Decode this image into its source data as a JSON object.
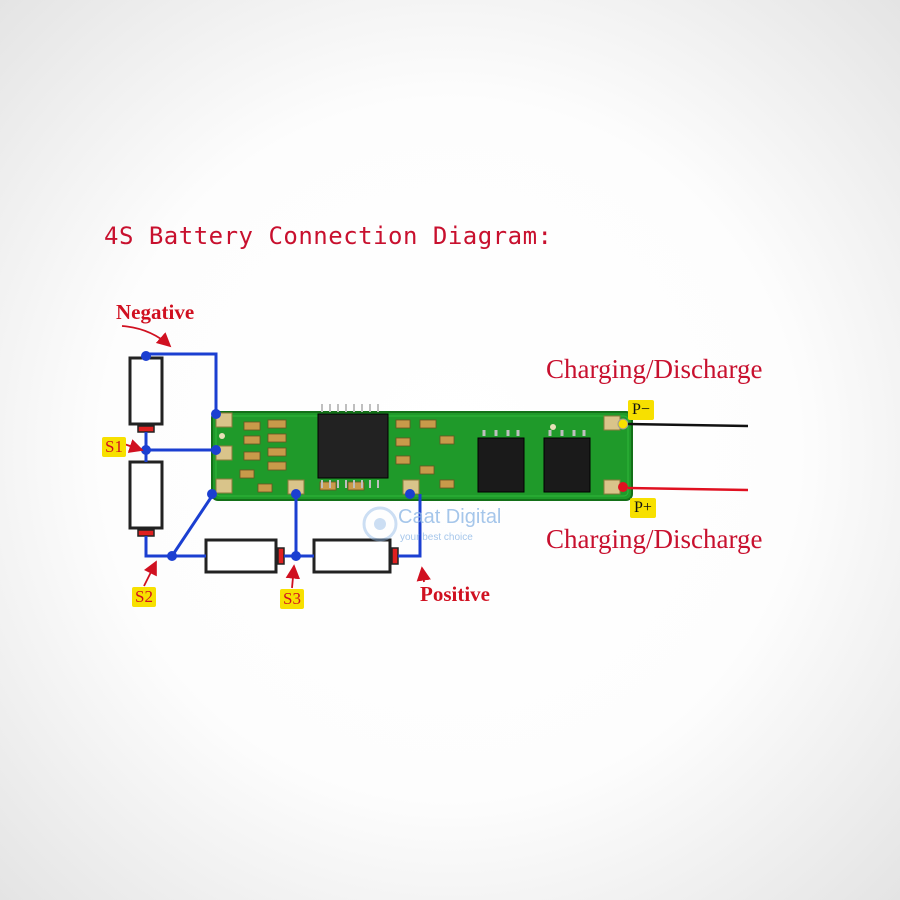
{
  "title": "4S Battery Connection Diagram:",
  "labels": {
    "negative": "Negative",
    "positive": "Positive",
    "s1": "S1",
    "s2": "S2",
    "s3": "S3",
    "p_minus": "P−",
    "p_plus": "P+",
    "charge_top": "Charging/Discharge",
    "charge_bottom": "Charging/Discharge"
  },
  "watermark": {
    "name": "Caat Digital",
    "tagline": "your best choice"
  },
  "colors": {
    "wire": "#1b3fd1",
    "label_red": "#d01020",
    "tag_yellow": "#f7e000",
    "pcb_green": "#1f9a2a",
    "p_minus_wire": "#111111",
    "p_plus_wire": "#e01020"
  }
}
